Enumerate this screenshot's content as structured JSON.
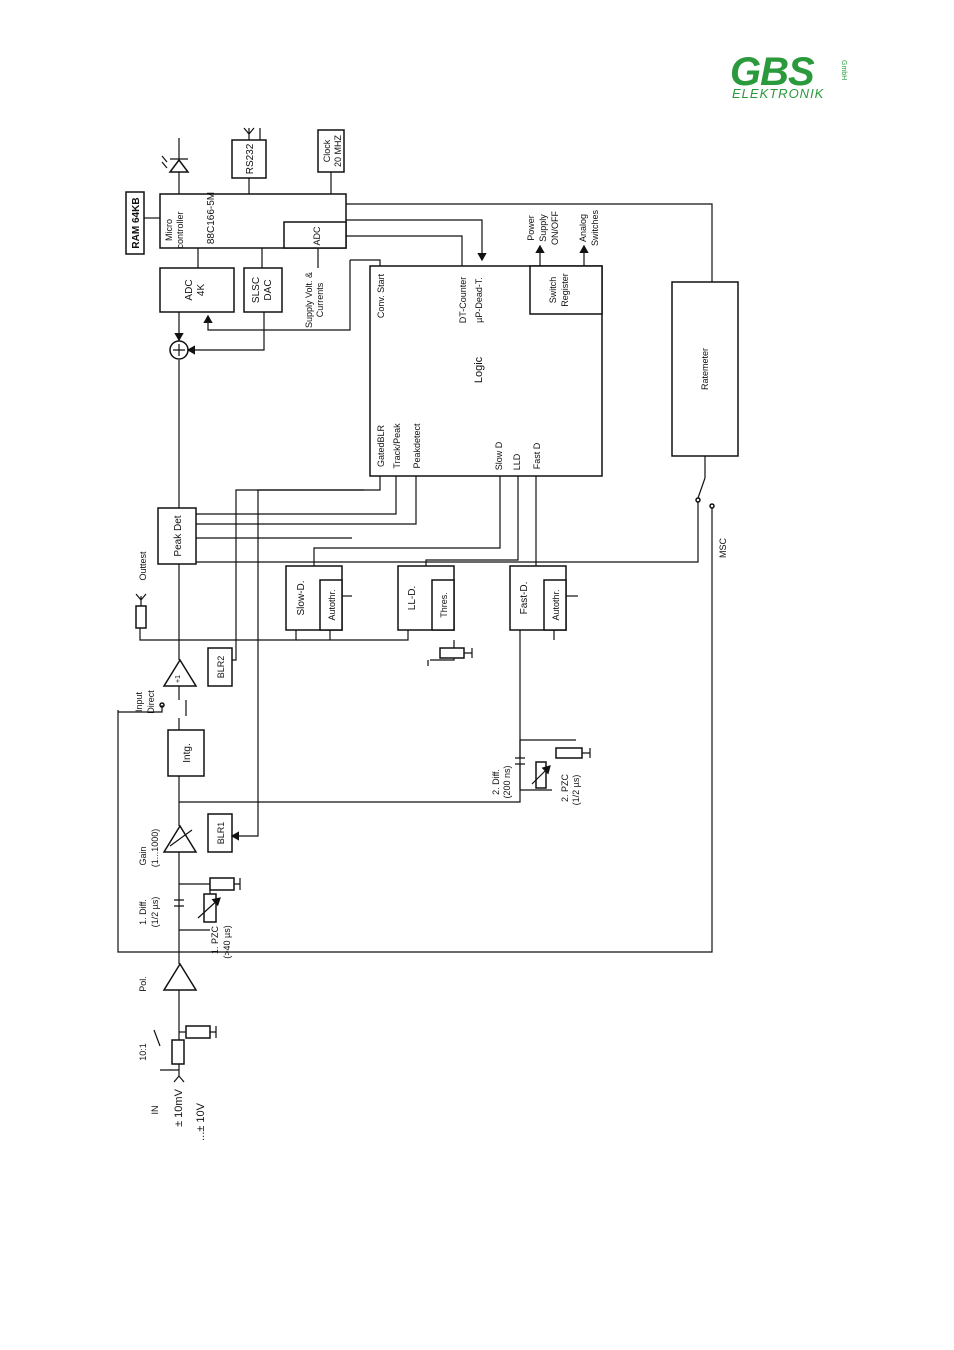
{
  "logo": {
    "brand": "GBS",
    "subtitle": "ELEKTRONIK",
    "suffix": "GmbH"
  },
  "blocks": {
    "clock": "Clock",
    "clock_freq": "20 MHZ",
    "rs232": "RS232",
    "ram": "RAM 64KB",
    "micro_line1": "Micro",
    "micro_line2": "controller",
    "micro_part": "88C166-5M",
    "micro_adc": "ADC",
    "adc_line1": "ADC",
    "adc_line2": "4K",
    "slsc_line1": "SLSC",
    "slsc_line2": "DAC",
    "logic": "Logic",
    "switch_line1": "Switch",
    "switch_line2": "Register",
    "ratemeter": "Ratemeter",
    "peakdet": "Peak Det",
    "slowd": "Slow-D.",
    "slowd_auto": "Autothr.",
    "lld": "LL-D.",
    "lld_thres": "Thres.",
    "fastd": "Fast-D.",
    "fastd_auto": "Autothr.",
    "blr2": "BLR2",
    "blr1": "BLR1",
    "intg": "Intg."
  },
  "labels": {
    "supply_line1": "Supply Volt. &",
    "supply_line2": "Currents",
    "conv_start": "Conv. Start",
    "dt_counter": "DT-Counter",
    "up_dead": "µP-Dead-T.",
    "power_line1": "Power",
    "power_line2": "Supply",
    "power_line3": "ON/OFF",
    "analog_line1": "Analog",
    "analog_line2": "Switches",
    "gated_blr": "GatedBLR",
    "track_peak": "Track/Peak",
    "peakdetect": "Peakdetect",
    "slow_d": "Slow D",
    "lld_sig": "LLD",
    "fast_d": "Fast D",
    "outtest": "Outtest",
    "input_line1": "Input",
    "input_line2": "Direct",
    "msc": "MSC",
    "diff2_line1": "2. Diff.",
    "diff2_line2": "(200 ns)",
    "pzc2_line1": "2. PZC",
    "pzc2_line2": "(1/2 µs)",
    "gain_line1": "Gain",
    "gain_line2": "(1...1000)",
    "diff1_line1": "1. Diff.",
    "diff1_line2": "(1/2 µs)",
    "pzc1_line1": "1. PZC",
    "pzc1_line2": "(>40 µs)",
    "pol": "Pol.",
    "ratio": "10:1",
    "in": "IN",
    "range1": "± 10mV",
    "range2": "...± 10V",
    "amp_unity": "+1"
  }
}
